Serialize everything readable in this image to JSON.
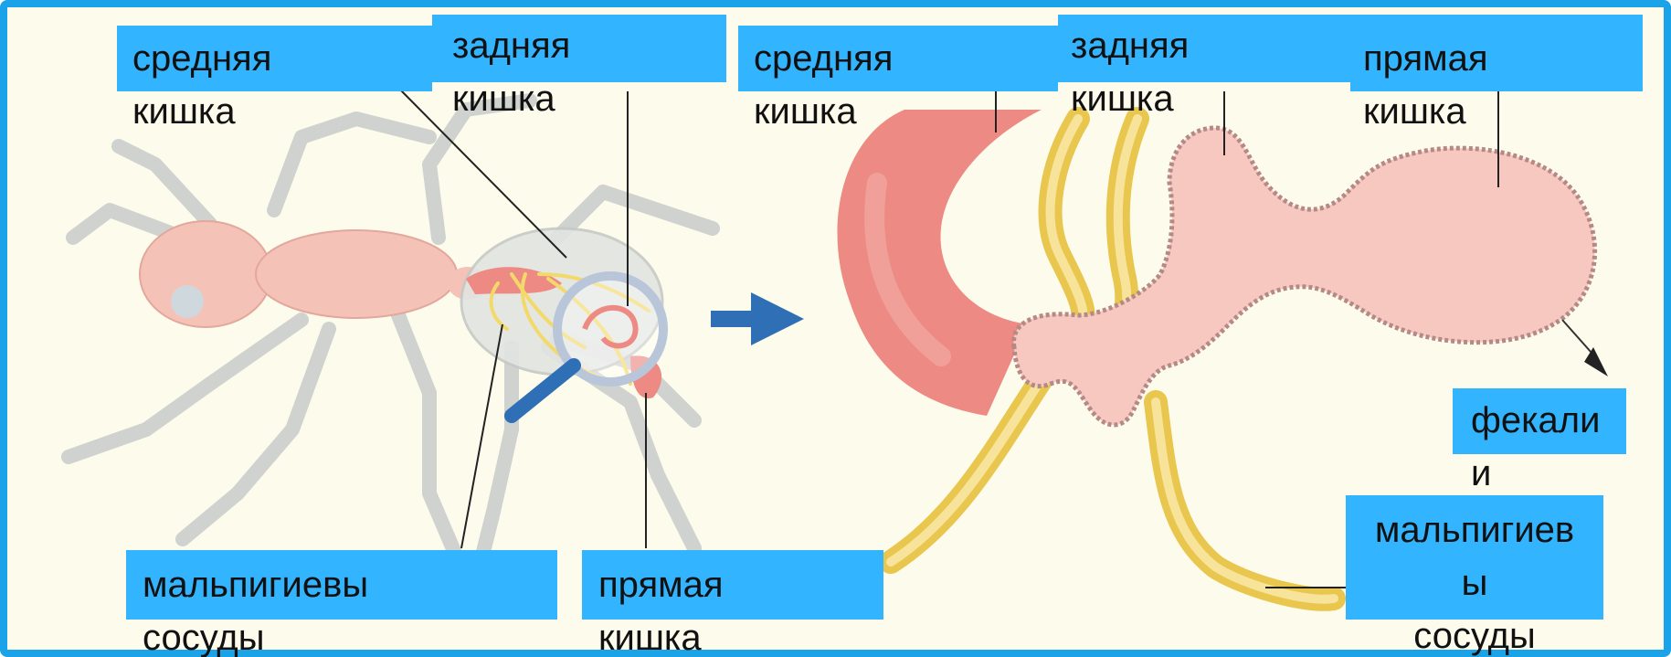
{
  "colors": {
    "frame": "#1aa3e8",
    "background": "#fdfcec",
    "label_box": "#33b4ff",
    "ant_body": "#f5c2b8",
    "ant_legs": "#cfd2cf",
    "midgut": "#ec8a83",
    "hindgut": "#f7c8c0",
    "malpighian_tubules": "#f3d96a",
    "arrow": "#2f6fb5"
  },
  "labels": {
    "left": {
      "midgut": {
        "line1": "средняя",
        "line2": "кишка"
      },
      "hindgut": {
        "line1": "задняя",
        "line2": "кишка"
      },
      "malpighian": {
        "line1": "мальпигиевы",
        "line2": "сосуды"
      },
      "rectum": {
        "line1": "прямая",
        "line2": "кишка"
      }
    },
    "right": {
      "midgut": {
        "line1": "средняя",
        "line2": "кишка"
      },
      "hindgut": {
        "line1": "задняя",
        "line2": "кишка"
      },
      "rectum": {
        "line1": "прямая",
        "line2": "кишка"
      },
      "feces": {
        "line1": "фекали",
        "line2": "и"
      },
      "malpighian": {
        "line1": "мальпигиев",
        "line2": "ы",
        "line3": "сосуды"
      }
    }
  }
}
